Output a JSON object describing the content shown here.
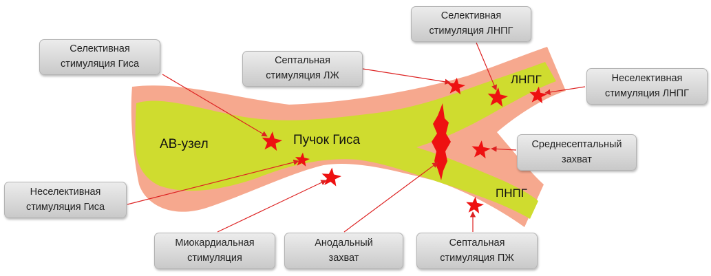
{
  "colors": {
    "outer_tissue": "#f6a88e",
    "core_tissue": "#cfdc2f",
    "burst": "#ee1111",
    "arrow": "#dd2222",
    "callout_top": "#ececec",
    "callout_bottom": "#c9c9c9"
  },
  "regions": {
    "av_node": "АВ-узел",
    "his_bundle": "Пучок Гиса",
    "lbb": "ЛНПГ",
    "rbb": "ПНПГ"
  },
  "callouts": {
    "selective_his": "Селективная\nстимуляция Гиса",
    "septal_lv": "Септальная\nстимуляция ЛЖ",
    "selective_lbb": "Селективная\nстимуляция ЛНПГ",
    "nonselective_lbb": "Неселективная\nстимуляция ЛНПГ",
    "midseptal_capture": "Среднесептальный\nзахват",
    "nonselective_his": "Неселективная\nстимуляция Гиса",
    "myocardial": "Миокардиальная\nстимуляция",
    "anodal_capture": "Анодальный\nзахват",
    "septal_rv": "Септальная\nстимуляция ПЖ"
  }
}
